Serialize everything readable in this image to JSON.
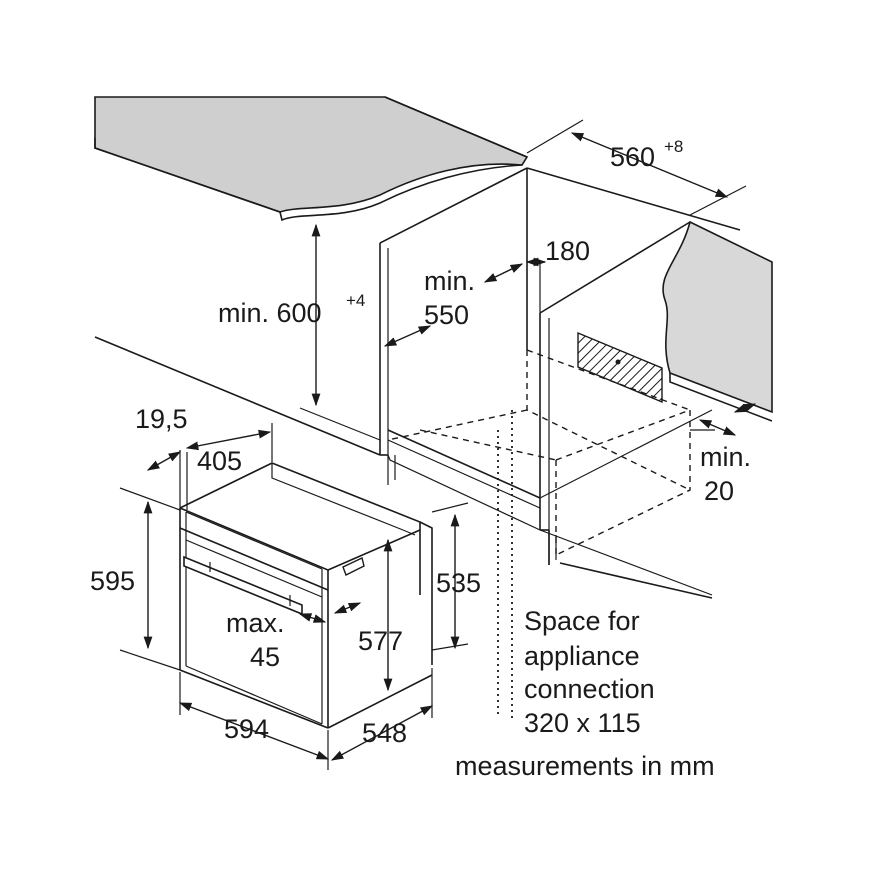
{
  "colors": {
    "ink": "#1a1a1a",
    "worktop": "#cfcfcf",
    "side_panel": "#d8d8d8",
    "background": "#ffffff"
  },
  "labels": {
    "min_600": "min. 600",
    "min_600_sup": "+4",
    "min_550_a": "min.",
    "min_550_b": "550",
    "d180": "180",
    "d560": "560",
    "d560_sup": "+8",
    "min_20_a": "min.",
    "min_20_b": "20",
    "d19_5": "19,5",
    "d405": "405",
    "d595": "595",
    "max45_a": "max.",
    "max45_b": "45",
    "d577": "577",
    "d535": "535",
    "d594": "594",
    "d548": "548"
  },
  "notes": {
    "space_line1": "Space for",
    "space_line2": "appliance",
    "space_line3": "connection",
    "space_line4": "320 x 115",
    "units": "measurements in mm"
  }
}
